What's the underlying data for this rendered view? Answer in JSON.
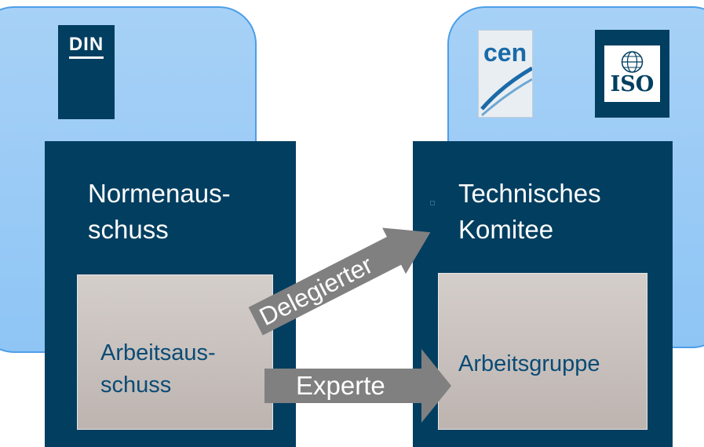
{
  "logos": {
    "din": "DIN",
    "cen": "cen",
    "iso": "ISO"
  },
  "left": {
    "committee": "Normenaus-\nschuss",
    "working_committee": "Arbeitsaus-\nschuss"
  },
  "right": {
    "committee": "Technisches\nKomitee",
    "working_group": "Arbeitsgruppe"
  },
  "arrows": {
    "upper": "Delegierter",
    "lower": "Experte"
  },
  "colors": {
    "panel_bg": "#9ccaf5",
    "navy": "#023e60",
    "gray_box": "#c8c1be",
    "arrow": "#808080"
  }
}
